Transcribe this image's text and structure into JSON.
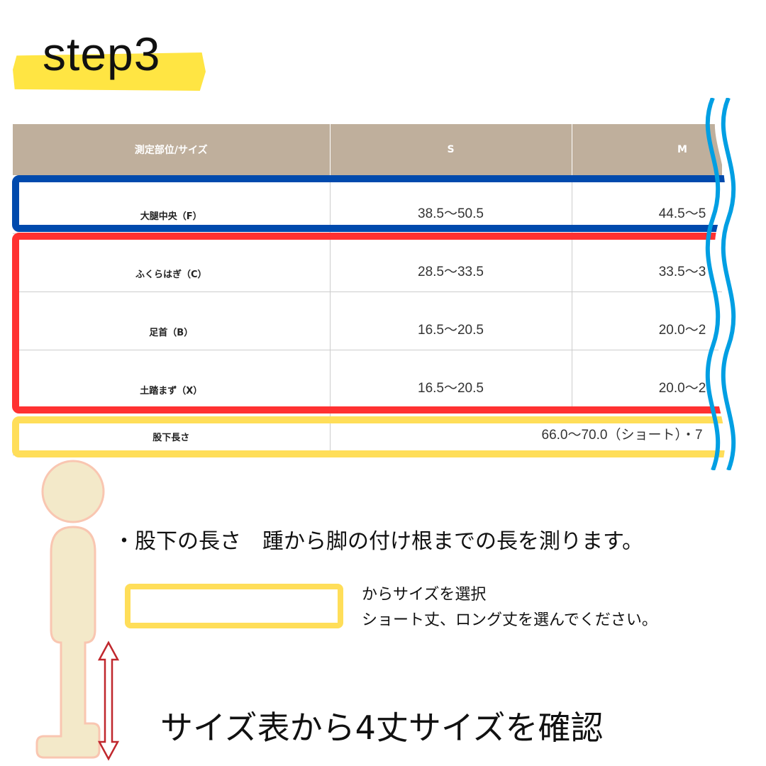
{
  "title": "step3",
  "table": {
    "headers": [
      "測定部位/サイズ",
      "S",
      "M"
    ],
    "rows": [
      {
        "label": "大腿中央（F）",
        "s": "38.5〜50.5",
        "m": "44.5〜5"
      },
      {
        "label": "ふくらはぎ（C）",
        "s": "28.5〜33.5",
        "m": "33.5〜3"
      },
      {
        "label": "足首（B）",
        "s": "16.5〜20.5",
        "m": "20.0〜2"
      },
      {
        "label": "土踏まず（X）",
        "s": "16.5〜20.5",
        "m": "20.0〜2"
      }
    ],
    "inseam": {
      "label": "股下長さ",
      "value": "66.0〜70.0（ショート）・7"
    }
  },
  "notes": {
    "inseam_note": "・股下の長さ　踵から脚の付け根までの長を測ります。",
    "select_line1": "からサイズを選択",
    "select_line2": "ショート丈、ロング丈を選んでください。",
    "bottom": "サイズ表から4丈サイズを確認"
  },
  "colors": {
    "blue": "#004aad",
    "red": "#ff3131",
    "yellow": "#ffde59",
    "wave": "#009fe3",
    "header": "#bfaf9c"
  }
}
